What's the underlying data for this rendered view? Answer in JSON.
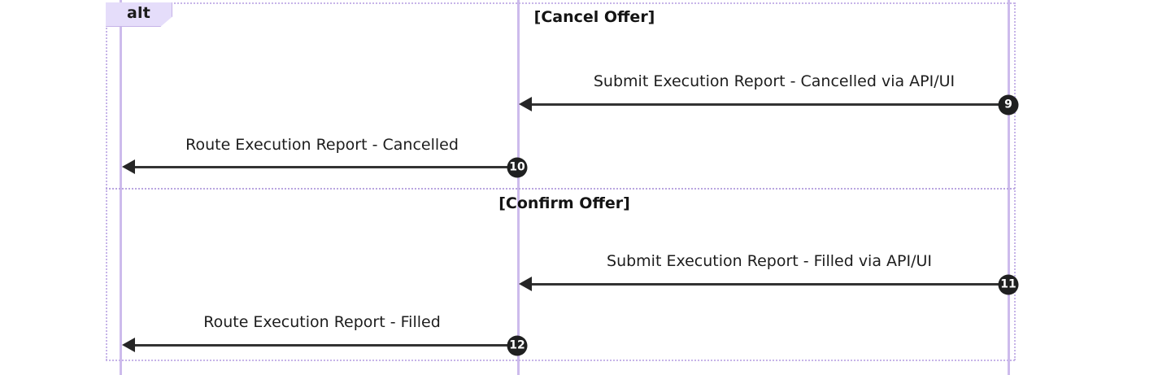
{
  "diagram": {
    "type": "sequence-diagram",
    "fragment": {
      "kind_label": "alt",
      "sections": [
        {
          "condition": "[Cancel Offer]"
        },
        {
          "condition": "[Confirm Offer]"
        }
      ]
    },
    "lifelines": [
      {
        "name": "lifeline-left"
      },
      {
        "name": "lifeline-center"
      },
      {
        "name": "lifeline-right"
      }
    ],
    "messages": [
      {
        "seq": "9",
        "text": "Submit Execution Report - Cancelled via API/UI",
        "from": "lifeline-right",
        "to": "lifeline-center",
        "direction": "left"
      },
      {
        "seq": "10",
        "text": "Route Execution Report - Cancelled",
        "from": "lifeline-center",
        "to": "lifeline-left",
        "direction": "left"
      },
      {
        "seq": "11",
        "text": "Submit Execution Report - Filled via API/UI",
        "from": "lifeline-right",
        "to": "lifeline-center",
        "direction": "left"
      },
      {
        "seq": "12",
        "text": "Route Execution Report - Filled",
        "from": "lifeline-center",
        "to": "lifeline-left",
        "direction": "left"
      }
    ],
    "colors": {
      "lifeline": "#cdbbec",
      "frame_border": "#c6b4e8",
      "alt_tab_fill": "#e5ddfa",
      "message_line": "#333333",
      "badge_fill": "#1f2020",
      "badge_text": "#ffffff",
      "text": "#1d1d1d"
    }
  }
}
